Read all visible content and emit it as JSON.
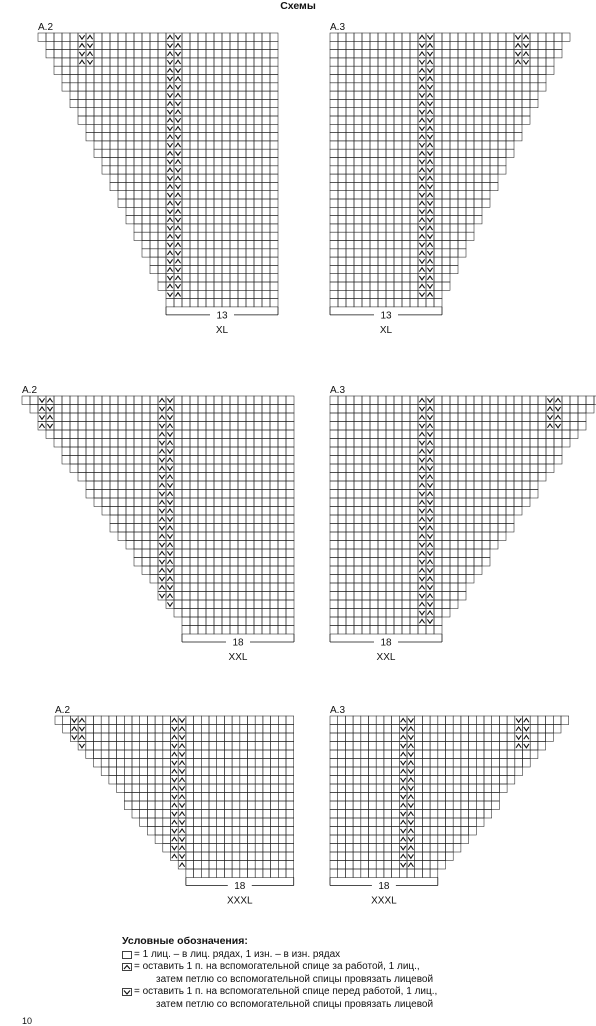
{
  "page_title": "Схемы",
  "charts": [
    {
      "label": "A.2",
      "width_label": "13",
      "size_label": "XL"
    },
    {
      "label": "A.3",
      "width_label": "13",
      "size_label": "XL"
    },
    {
      "label": "A.2",
      "width_label": "18",
      "size_label": "XXL"
    },
    {
      "label": "A.3",
      "width_label": "18",
      "size_label": "XXL"
    },
    {
      "label": "A.2",
      "width_label": "18",
      "size_label": "XXXL"
    },
    {
      "label": "A.3",
      "width_label": "18",
      "size_label": "XXXL"
    }
  ],
  "legend": {
    "title": "Условные обозначения:",
    "knit": "= 1 лиц. – в лиц. рядах, 1 изн. – в изн. рядах",
    "cable_back_line1": "= оставить 1 п. на вспомогательной спице за работой, 1 лиц.,",
    "cable_back_line2": "затем петлю со вспомогательной спицы провязать лицевой",
    "cable_front_line1": "= оставить 1 п. на вспомогательной спице перед работой, 1 лиц.,",
    "cable_front_line2": "затем петлю со вспомогательной спицы провязать лицевой"
  },
  "footer": {
    "page_number": "10"
  }
}
